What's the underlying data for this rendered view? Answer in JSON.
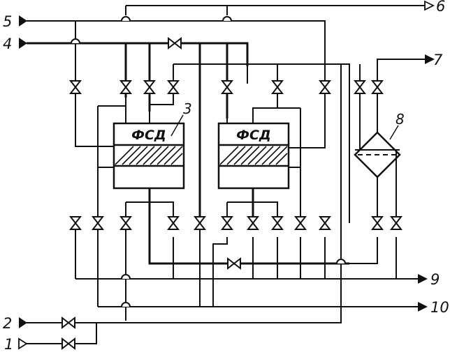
{
  "diagram": {
    "streams": [
      {
        "id": "1",
        "label": "1"
      },
      {
        "id": "2",
        "label": "2"
      },
      {
        "id": "4",
        "label": "4"
      },
      {
        "id": "5",
        "label": "5"
      },
      {
        "id": "6",
        "label": "6"
      },
      {
        "id": "7",
        "label": "7"
      },
      {
        "id": "9",
        "label": "9"
      },
      {
        "id": "10",
        "label": "10"
      }
    ],
    "filters": [
      {
        "label": "ФСД",
        "callout": "3"
      },
      {
        "label": "ФСД"
      }
    ],
    "heat_exchanger": {
      "callout": "8"
    }
  }
}
